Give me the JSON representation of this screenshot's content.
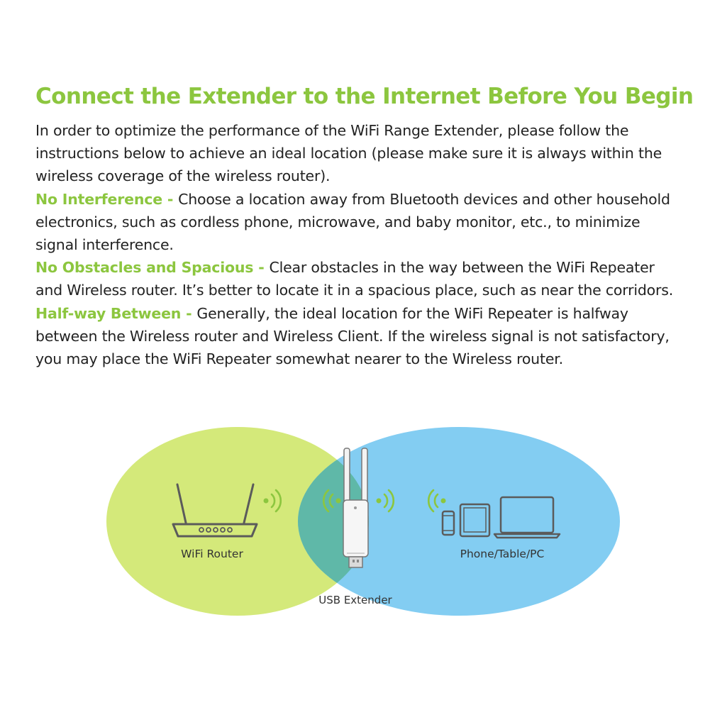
{
  "title": "Connect the Extender to the Internet Before You Begin",
  "intro": "In order to optimize the performance of the WiFi Range Extender, please follow the instructions below to achieve an ideal location (please make sure it is always within the wireless coverage of the wireless router).",
  "tips": [
    {
      "heading": "No Interference - ",
      "text": "Choose a location away from Bluetooth devices and other household electronics, such as cordless phone, microwave, and baby monitor, etc., to minimize signal interference."
    },
    {
      "heading": "No Obstacles and Spacious - ",
      "text": "Clear obstacles in the way between the WiFi Repeater and Wireless router. It’s better to locate it in a spacious place, such as near the corridors."
    },
    {
      "heading": "Half-way Between - ",
      "text": "Generally, the ideal location for the WiFi Repeater is halfway between the Wireless router and Wireless Client. If the wireless signal is not satisfactory, you may place the WiFi Repeater somewhat nearer to the Wireless router."
    }
  ],
  "diagram": {
    "router_label": "WiFi Router",
    "clients_label": "Phone/Table/PC",
    "extender_label": "USB Extender",
    "colors": {
      "router_zone": "#d4e97a",
      "client_zone": "#83cdf2",
      "overlap_zone": "#5fb8a8",
      "signal": "#8cc63f",
      "accent_green": "#8cc63f"
    }
  }
}
